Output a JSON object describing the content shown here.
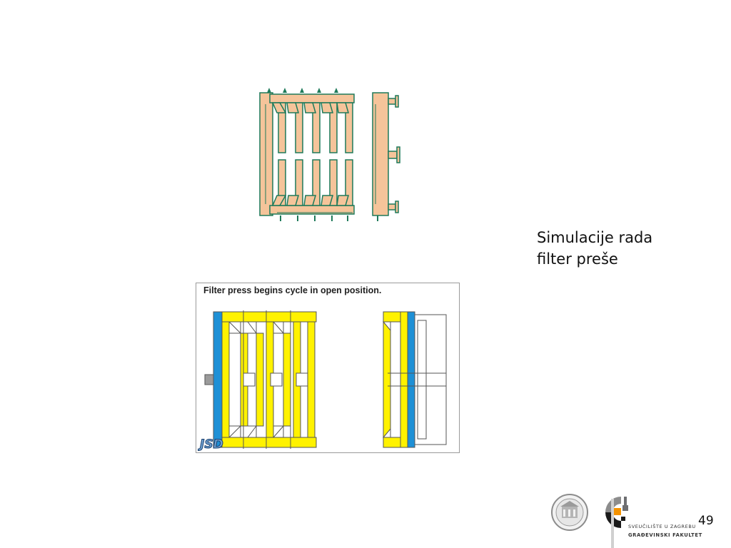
{
  "slide": {
    "caption_line1": "Simulacije rada",
    "caption_line2": "filter preše",
    "page_number": "49"
  },
  "animation": {
    "title": "Filter press begins cycle in open position.",
    "logo_text": "JSD"
  },
  "footer": {
    "university": "SVEUČILIŠTE U ZAGREBU",
    "faculty": "GRAĐEVINSKI FAKULTET"
  },
  "colors": {
    "plate_fill": "#f5c49a",
    "plate_outline": "#1e7a5a",
    "anim_yellow": "#fff200",
    "anim_blue": "#1e90d6",
    "anim_outline": "#555555",
    "logo_orange": "#f39200",
    "logo_gray": "#6d6e71"
  }
}
